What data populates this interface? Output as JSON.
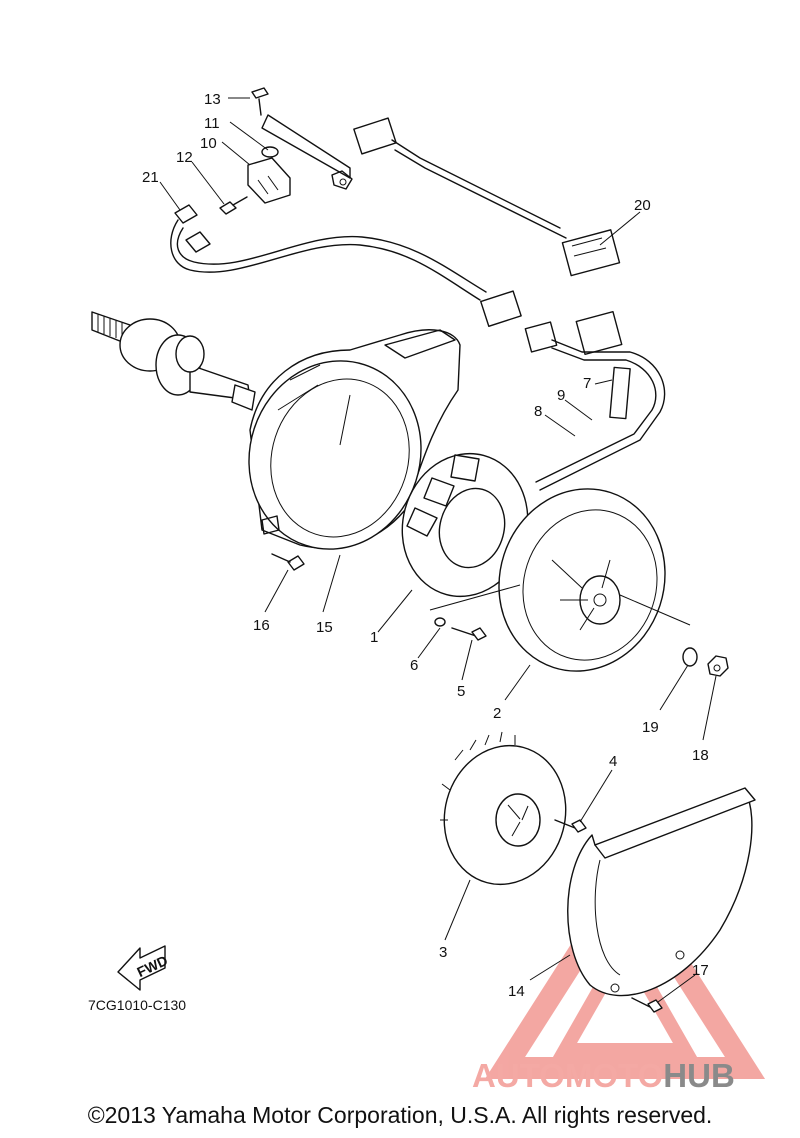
{
  "diagram": {
    "callouts": [
      "13",
      "11",
      "10",
      "12",
      "21",
      "20",
      "7",
      "9",
      "8",
      "16",
      "15",
      "1",
      "6",
      "5",
      "2",
      "19",
      "18",
      "4",
      "3",
      "14",
      "17"
    ],
    "fwd_label": "FWD",
    "drawing_code": "7CG1010-C130"
  },
  "watermark": {
    "part1": "AUTOMOTO",
    "part2": "HUB",
    "color_primary": "#f4a9a4",
    "color_secondary": "#8a8a8a"
  },
  "footer": {
    "copyright": "©2013 Yamaha Motor Corporation, U.S.A. All rights reserved."
  }
}
